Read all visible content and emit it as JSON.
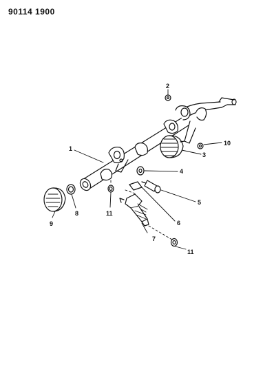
{
  "header": {
    "code": "90114 1900"
  },
  "callouts": [
    {
      "id": "c1",
      "label": "1"
    },
    {
      "id": "c2",
      "label": "2"
    },
    {
      "id": "c3",
      "label": "3"
    },
    {
      "id": "c4",
      "label": "4"
    },
    {
      "id": "c5",
      "label": "5"
    },
    {
      "id": "c6",
      "label": "6"
    },
    {
      "id": "c7",
      "label": "7"
    },
    {
      "id": "c8",
      "label": "8"
    },
    {
      "id": "c9",
      "label": "9"
    },
    {
      "id": "c10",
      "label": "10"
    },
    {
      "id": "c11a",
      "label": "11"
    },
    {
      "id": "c11b",
      "label": "11"
    }
  ]
}
